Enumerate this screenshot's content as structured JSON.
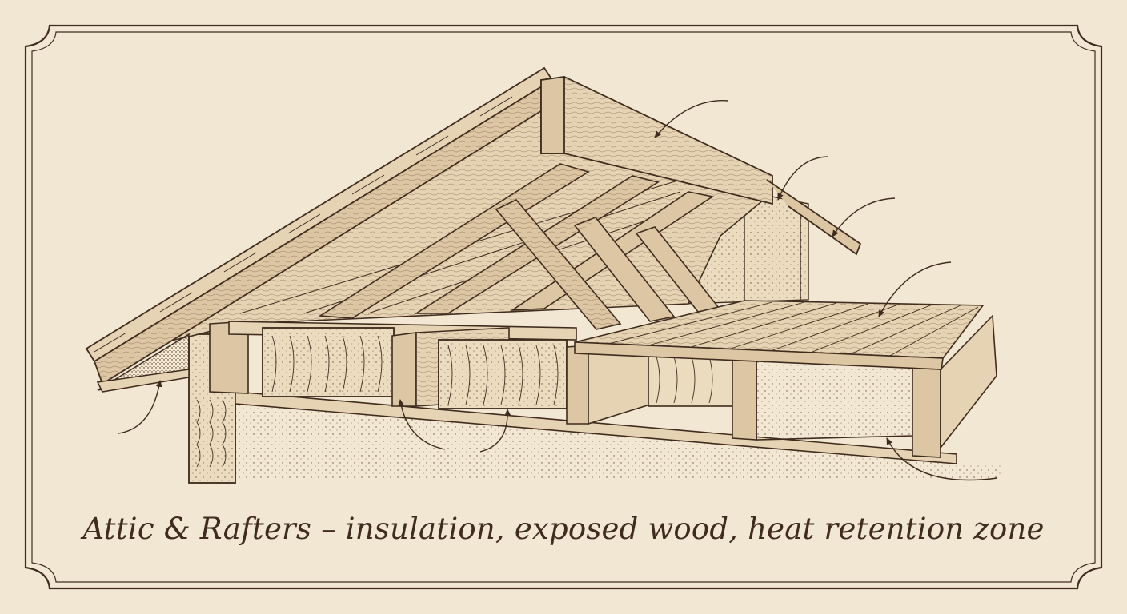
{
  "caption": "Attic & Rafters – insulation, exposed wood, heat retention zone",
  "colors": {
    "paper": "#f2e7d2",
    "ink": "#3f2c1f",
    "wood": "#e6d3b3",
    "wood_dark": "#d8c19c",
    "insulation": "#ecdcbf"
  },
  "pointers": [
    "ridge-beam-pointer",
    "rafter-end-pointer",
    "roof-edge-pointer",
    "floor-boards-pointer",
    "eave-vent-pointer",
    "joist-pointer",
    "insulation-pointer",
    "ceiling-pointer"
  ]
}
